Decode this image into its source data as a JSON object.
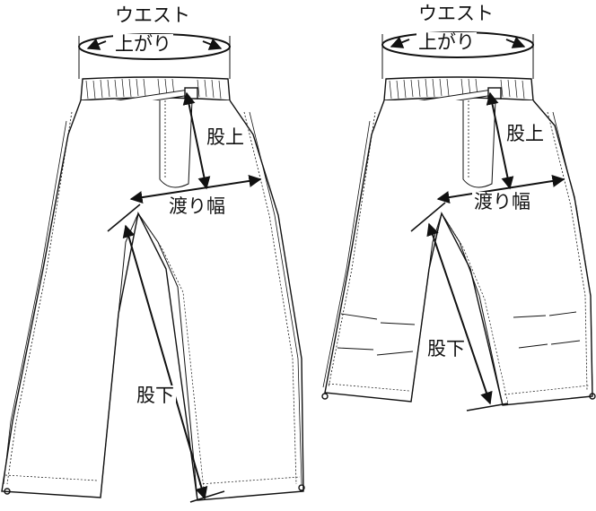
{
  "left_figure": {
    "waist_label_line1": "ウエスト",
    "waist_label_line2": "上がり",
    "rise_label": "股上",
    "thigh_label": "渡り幅",
    "inseam_label": "股下"
  },
  "right_figure": {
    "waist_label_line1": "ウエスト",
    "waist_label_line2": "上がり",
    "rise_label": "股上",
    "thigh_label": "渡り幅",
    "inseam_label": "股下"
  }
}
